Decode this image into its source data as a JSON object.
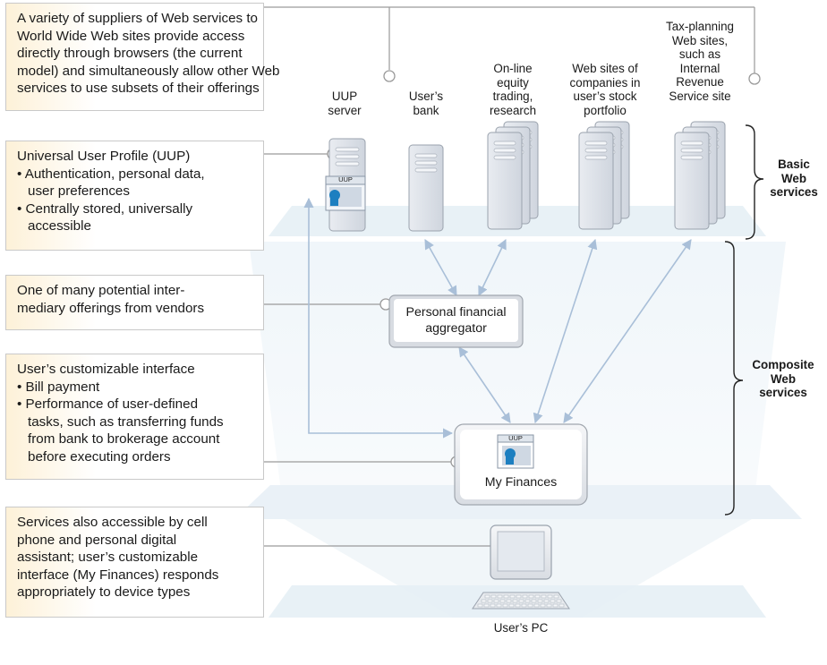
{
  "callouts": [
    {
      "lines": [
        "A variety of suppliers of Web services to",
        "World Wide Web sites provide access",
        "directly through browsers (the current",
        "model) and simultaneously allow other Web",
        "services to use subsets of their offerings"
      ]
    },
    {
      "lines": [
        "Universal User Profile (UUP)",
        "• Authentication, personal data,",
        "  user preferences",
        "• Centrally stored, universally",
        "  accessible"
      ]
    },
    {
      "lines": [
        "One of many potential inter-",
        "mediary offerings from vendors"
      ]
    },
    {
      "lines": [
        "User’s customizable interface",
        "• Bill payment",
        "• Performance of user-defined",
        "  tasks, such as transferring funds",
        "  from bank to brokerage account",
        "  before executing orders"
      ]
    },
    {
      "lines": [
        "Services also accessible by cell",
        "phone and personal digital",
        "assistant; user’s customizable",
        "interface (My Finances) responds",
        "appropriately to device types"
      ]
    }
  ],
  "servers": [
    {
      "label": [
        "UUP",
        "server"
      ]
    },
    {
      "label": [
        "User’s",
        "bank"
      ]
    },
    {
      "label": [
        "On-line",
        "equity",
        "trading,",
        "research"
      ]
    },
    {
      "label": [
        "Web sites of",
        "companies in",
        "user’s stock",
        "portfolio"
      ]
    },
    {
      "label": [
        "Tax-planning",
        "Web sites,",
        "such as",
        "Internal",
        "Revenue",
        "Service site"
      ]
    }
  ],
  "uup_badge": "UUP",
  "aggregator": {
    "lines": [
      "Personal financial",
      "aggregator"
    ]
  },
  "my_finances": {
    "uup_badge": "UUP",
    "label": "My Finances"
  },
  "pc_label": "User’s PC",
  "sections": {
    "basic": [
      "Basic",
      "Web",
      "services"
    ],
    "composite": [
      "Composite",
      "Web",
      "services"
    ]
  }
}
